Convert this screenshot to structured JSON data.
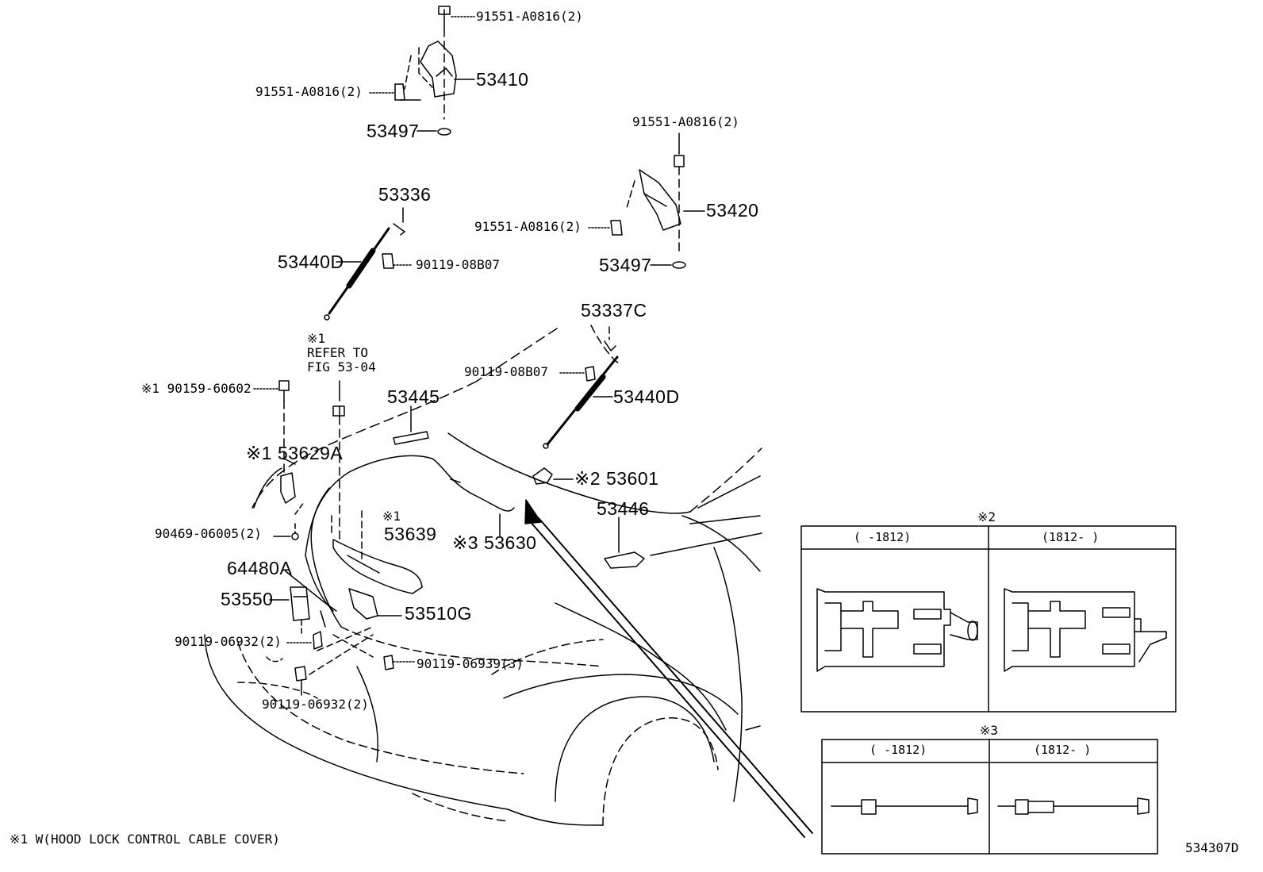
{
  "diagram": {
    "labels": {
      "top_bolt": "91551-A0816(2)",
      "hinge_lh": "53410",
      "hinge_lh_bolt": "91551-A0816(2)",
      "washer_lh": "53497",
      "hinge_rh_top_bolt": "91551-A0816(2)",
      "hinge_rh": "53420",
      "hinge_rh_bolt": "91551-A0816(2)",
      "washer_rh": "53497",
      "bracket_53336": "53336",
      "support_lh": "53440D",
      "bolt_lh_support": "90119-08B07",
      "bracket_53337c": "53337C",
      "bolt_rh_support": "90119-08B07",
      "support_rh": "53440D",
      "note_ref_mark": "※1",
      "note_ref_line1": "REFER TO",
      "note_ref_line2": "FIG 53-04",
      "screw_90159": "※1 90159-60602",
      "seal_53445": "53445",
      "cover_53629a": "※1 53629A",
      "protector_53601": "※2 53601",
      "bracket_53446": "53446",
      "clip_90469": "90469-06005(2)",
      "lever_mark": "※1",
      "lever_53639": "53639",
      "cable_53630": "※3 53630",
      "lock_64480a": "64480A",
      "lock_53550": "53550",
      "lock_53510g": "53510G",
      "bolt_06932_upper": "90119-06932(2)",
      "bolt_06939": "90119-06939(3)",
      "bolt_06932_lower": "90119-06932(2)"
    },
    "footnote": "※1 W(HOOD LOCK CONTROL CABLE COVER)",
    "figure_id": "534307D"
  },
  "inset2": {
    "title": "※2",
    "col1": "(     -1812)",
    "col2": "(1812-      )"
  },
  "inset3": {
    "title": "※3",
    "col1": "(     -1812)",
    "col2": "(1812-      )"
  }
}
